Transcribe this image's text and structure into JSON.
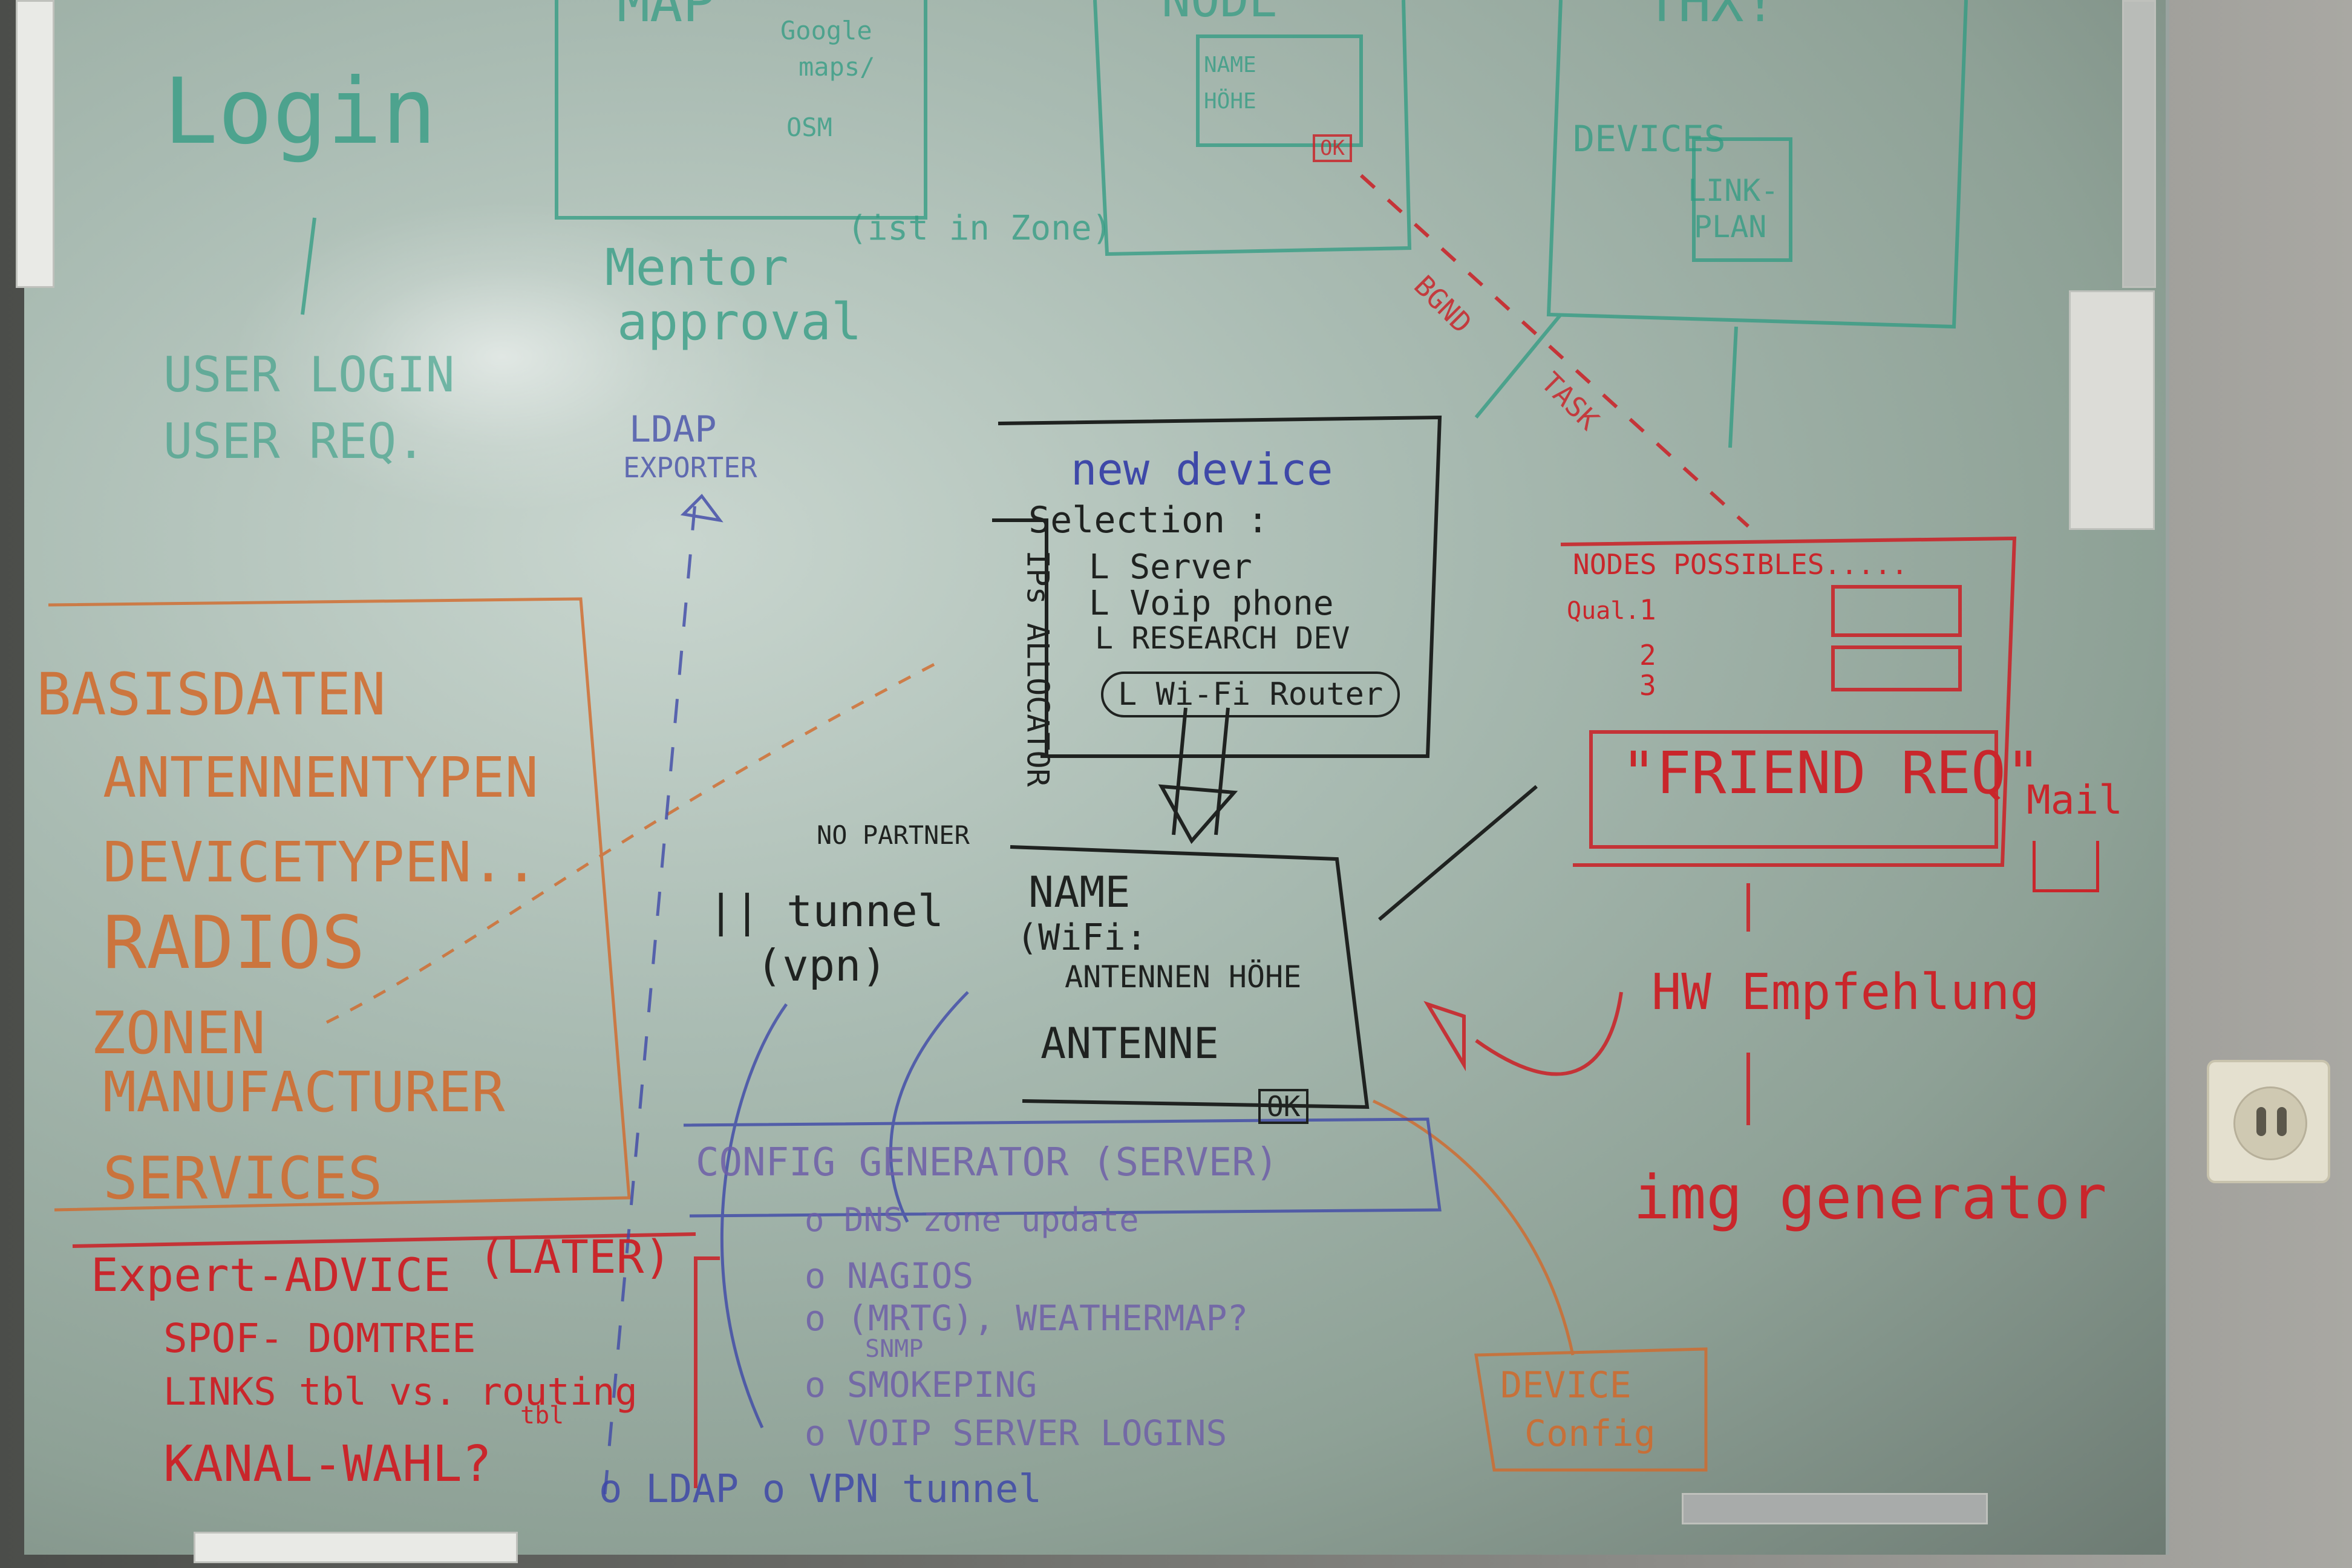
{
  "board": {
    "top_left": {
      "login": "Login",
      "map_box_title": "MAP",
      "map_box_note1": "Google",
      "map_box_note2": "maps/",
      "map_box_note3": "OSM",
      "ist_in_zone": "(ist in Zone)",
      "node_box_title": "NODE",
      "node_name": "NAME",
      "node_hoehe": "HÖHE",
      "node_ok": "OK",
      "thx_box_title": "THX!",
      "thx_devices": "DEVICES",
      "thx_link": "LINK-",
      "thx_plan": "PLAN",
      "mentor": "Mentor",
      "approval": "approval",
      "user_login": "USER LOGIN",
      "user_req": "USER REQ.",
      "ldap_exporter_1": "LDAP",
      "ldap_exporter_2": "EXPORTER",
      "bgnd": "BGND",
      "task": "TASK"
    },
    "center": {
      "new_device": "new device",
      "selection": "Selection :",
      "opt_server": "L Server",
      "opt_voip": "L Voip phone",
      "opt_research": "L RESEARCH DEV",
      "opt_wifi": "L Wi-Fi Router",
      "ips_allocator": "IPs ALLOCATOR",
      "no_partner": "NO PARTNER",
      "tunnel_1": "|| tunnel",
      "tunnel_2": "(vpn)",
      "form_name": "NAME",
      "form_wifi": "(WiFi:",
      "form_antennen": "ANTENNEN HÖHE",
      "form_antenne": "ANTENNE",
      "form_ok": "OK"
    },
    "right": {
      "nodes_possibles": "NODES POSSIBLES.....",
      "qual": "Qual.",
      "q1": "1",
      "q2": "2",
      "q3": "3",
      "friend_req": "\"FRIEND REQ\"",
      "mail": "Mail",
      "hw_empfehlung": "HW Empfehlung",
      "img_generator": "img generator",
      "device_config_1": "DEVICE",
      "device_config_2": "Config"
    },
    "left": {
      "basisdaten": "BASISDATEN",
      "antennentypen": "ANTENNENTYPEN",
      "devicetypen": "DEVICETYPEN..",
      "radios": "RADIOS",
      "zonen": "ZONEN",
      "manufacturer": "MANUFACTURER",
      "services": "SERVICES",
      "expert_advice": "Expert-ADVICE",
      "later": "(LATER)",
      "spof": "SPOF- DOMTREE",
      "links_tbl": "LINKS tbl vs. routing",
      "tbl": "tbl",
      "kanal_wahl": "KANAL-WAHL?"
    },
    "bottom": {
      "config_generator": "CONFIG GENERATOR (SERVER)",
      "dns": "o DNS zone update",
      "nagios": "o NAGIOS",
      "mrtg": "o (MRTG), WEATHERMAP?",
      "snmp": "SNMP",
      "smokeping": "o SMOKEPING",
      "voip_logins": "o VOIP SERVER LOGINS",
      "ldap_vpn": "o LDAP o VPN tunnel"
    }
  },
  "colors": {
    "teal": "#2f9b82",
    "red": "#c9262b",
    "orange": "#d2692a",
    "black": "#1f2220",
    "blue": "#3e48a8"
  }
}
